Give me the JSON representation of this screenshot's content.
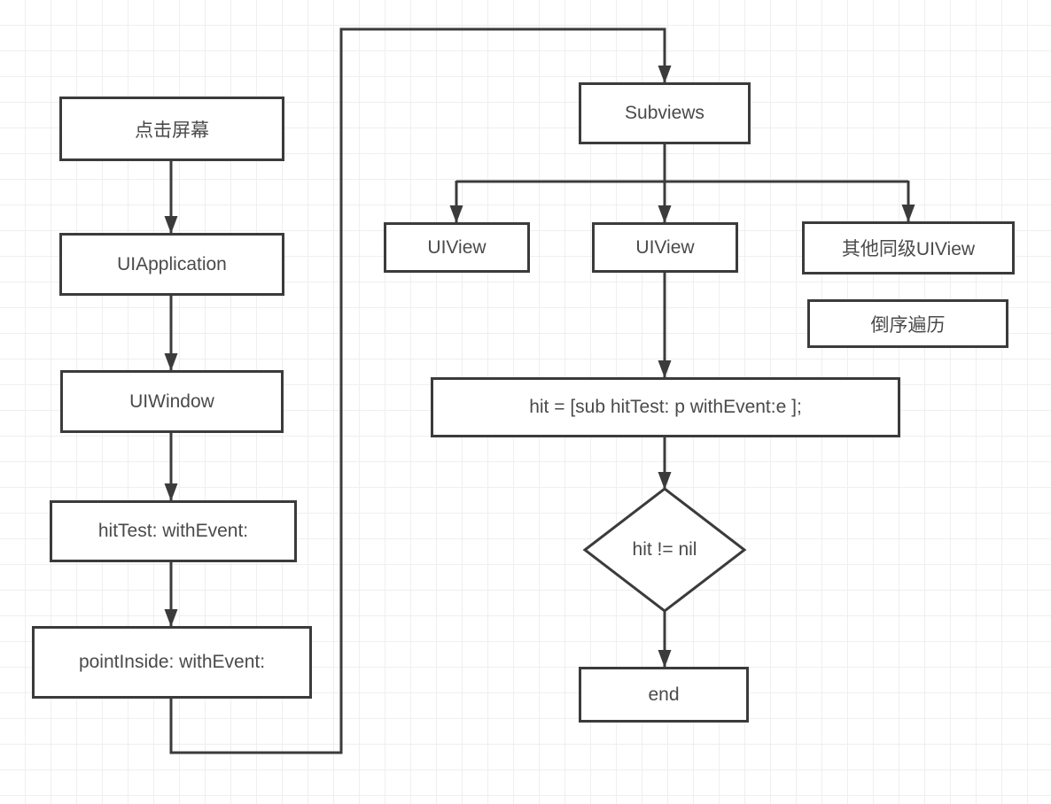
{
  "diagram": {
    "title_hint": "iOS hit-test event delivery flowchart",
    "colors": {
      "stroke": "#3b3b3b",
      "text": "#4a4a4a",
      "grid_line": "#efeff1",
      "background": "#ffffff",
      "node_fill": "#ffffff"
    },
    "nodes": {
      "tap_screen": {
        "label": "点击屏幕",
        "shape": "rect"
      },
      "uiapplication": {
        "label": "UIApplication",
        "shape": "rect"
      },
      "uiwindow": {
        "label": "UIWindow",
        "shape": "rect"
      },
      "hittest": {
        "label": "hitTest: withEvent:",
        "shape": "rect"
      },
      "pointinside": {
        "label": "pointInside: withEvent:",
        "shape": "rect"
      },
      "subviews": {
        "label": "Subviews",
        "shape": "rect"
      },
      "uiview_left": {
        "label": "UIView",
        "shape": "rect"
      },
      "uiview_mid": {
        "label": "UIView",
        "shape": "rect"
      },
      "other_uiview": {
        "label": "其他同级UIView",
        "shape": "rect"
      },
      "reverse_traverse": {
        "label": "倒序遍历",
        "shape": "rect"
      },
      "hit_expr": {
        "label": "hit = [sub hitTest: p withEvent:e ];",
        "shape": "rect"
      },
      "hit_nil_decision": {
        "label": "hit != nil",
        "shape": "diamond"
      },
      "end": {
        "label": "end",
        "shape": "rect"
      }
    },
    "edges": [
      {
        "from": "tap_screen",
        "to": "uiapplication",
        "arrow": true
      },
      {
        "from": "uiapplication",
        "to": "uiwindow",
        "arrow": true
      },
      {
        "from": "uiwindow",
        "to": "hittest",
        "arrow": true
      },
      {
        "from": "hittest",
        "to": "pointinside",
        "arrow": true
      },
      {
        "from": "pointinside",
        "to": "subviews",
        "arrow": true,
        "route": "down-right-up-over-top"
      },
      {
        "from": "subviews",
        "to": "uiview_left",
        "arrow": true
      },
      {
        "from": "subviews",
        "to": "uiview_mid",
        "arrow": true
      },
      {
        "from": "subviews",
        "to": "other_uiview",
        "arrow": true
      },
      {
        "from": "uiview_mid",
        "to": "hit_expr",
        "arrow": true
      },
      {
        "from": "hit_expr",
        "to": "hit_nil_decision",
        "arrow": true
      },
      {
        "from": "hit_nil_decision",
        "to": "end",
        "arrow": true
      }
    ]
  }
}
